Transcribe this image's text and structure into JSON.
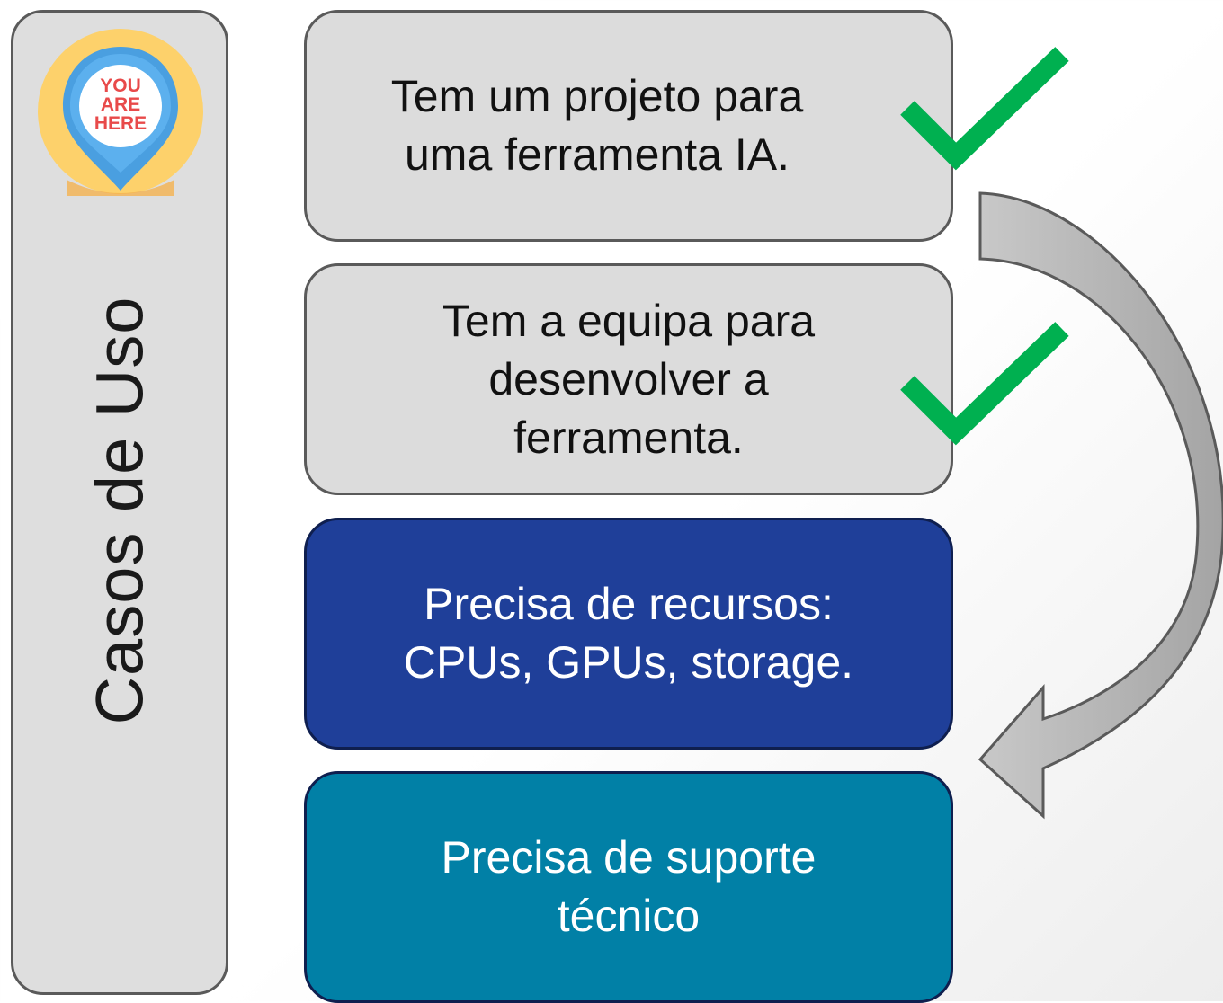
{
  "side_panel": {
    "badge_text": [
      "YOU",
      "ARE",
      "HERE"
    ],
    "title": "Casos de Uso"
  },
  "steps": [
    {
      "text": "Tem um projeto para\numa ferramenta IA.",
      "status": "done"
    },
    {
      "text": "Tem a equipa para\ndesenvolver a\nferramenta.",
      "status": "done"
    },
    {
      "text": "Precisa de recursos:\nCPUs, GPUs, storage.",
      "status": "current"
    },
    {
      "text": "Precisa de suporte\ntécnico",
      "status": "next"
    }
  ],
  "colors": {
    "check_green": "#00b050",
    "navy": "#1f3f99",
    "teal": "#0180a6",
    "grey_box": "#dcdcdc",
    "badge_yellow": "#fdd16b",
    "badge_blue": "#4a9fe0",
    "badge_red_text": "#e84a4a"
  },
  "icons": {
    "badge": "you-are-here-pin-icon",
    "check": "checkmark-icon",
    "arrow": "curved-arrow-icon"
  }
}
